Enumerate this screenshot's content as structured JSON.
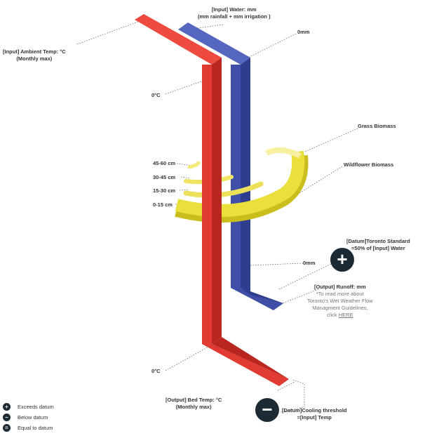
{
  "labels": {
    "input_water_title": "[Input] Water: mm",
    "input_water_sub": "(mm rainfall + mm irrigation )",
    "water_zero_top": "0mm",
    "ambient_temp_title": "[Input] Ambient Temp: °C",
    "ambient_temp_sub": "(Monthly max)",
    "temp_zero_top": "0°C",
    "grass_biomass": "Grass Biomass",
    "wildflower_biomass": "Wildflower Biomass",
    "depth_45_60": "45-60 cm",
    "depth_30_45": "30-45 cm",
    "depth_15_30": "15-30 cm",
    "depth_0_15": "0-15 cm",
    "datum_toronto_title": "[Datum]Toronto Standard",
    "datum_toronto_sub": "=50% of [Input] Water",
    "water_zero_bottom": "0mm",
    "output_runoff_title": "[Output] Runoff: mm",
    "output_runoff_note1": "*To read more about",
    "output_runoff_note2": "Toronto's Wet Weather Flow",
    "output_runoff_note3": "Managment Guidelines,",
    "output_runoff_note4": "click",
    "output_runoff_link": "HERE",
    "temp_zero_bottom": "0°C",
    "output_bed_temp_title": "[Output] Bed Temp: °C",
    "output_bed_temp_sub": "(Monthly max)",
    "datum_cooling_title": "[Datum]Cooling threshold",
    "datum_cooling_sub": "=[Input] Temp"
  },
  "icons": {
    "plus_symbol": "+",
    "minus_symbol": "−",
    "equal_symbol": "="
  },
  "legend": {
    "exceeds": "Exceeds datum",
    "below": "Below datum",
    "equal": "Equal to datum"
  },
  "colors": {
    "temperature_pipe": "#e03a33",
    "water_pipe": "#3f4fa8",
    "biomass": "#e8df3a",
    "icon_bg": "#1c2a36"
  }
}
